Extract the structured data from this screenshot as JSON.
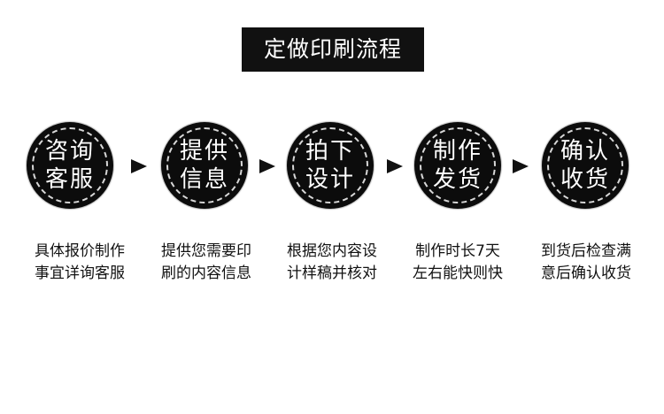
{
  "title": "定做印刷流程",
  "steps": [
    {
      "line1": "咨询",
      "line2": "客服",
      "desc1": "具体报价制作",
      "desc2": "事宜详询客服"
    },
    {
      "line1": "提供",
      "line2": "信息",
      "desc1": "提供您需要印",
      "desc2": "刷的内容信息"
    },
    {
      "line1": "拍下",
      "line2": "设计",
      "desc1": "根据您内容设",
      "desc2": "计样稿并核对"
    },
    {
      "line1": "制作",
      "line2": "发货",
      "desc1": "制作时长7天",
      "desc2": "左右能快则快"
    },
    {
      "line1": "确认",
      "line2": "收货",
      "desc1": "到货后检查满",
      "desc2": "意后确认收货"
    }
  ],
  "colors": {
    "background": "#ffffff",
    "accent": "#111111",
    "ring": "#d8d8d8"
  },
  "icons": {
    "arrow": "triangle-right-icon"
  }
}
